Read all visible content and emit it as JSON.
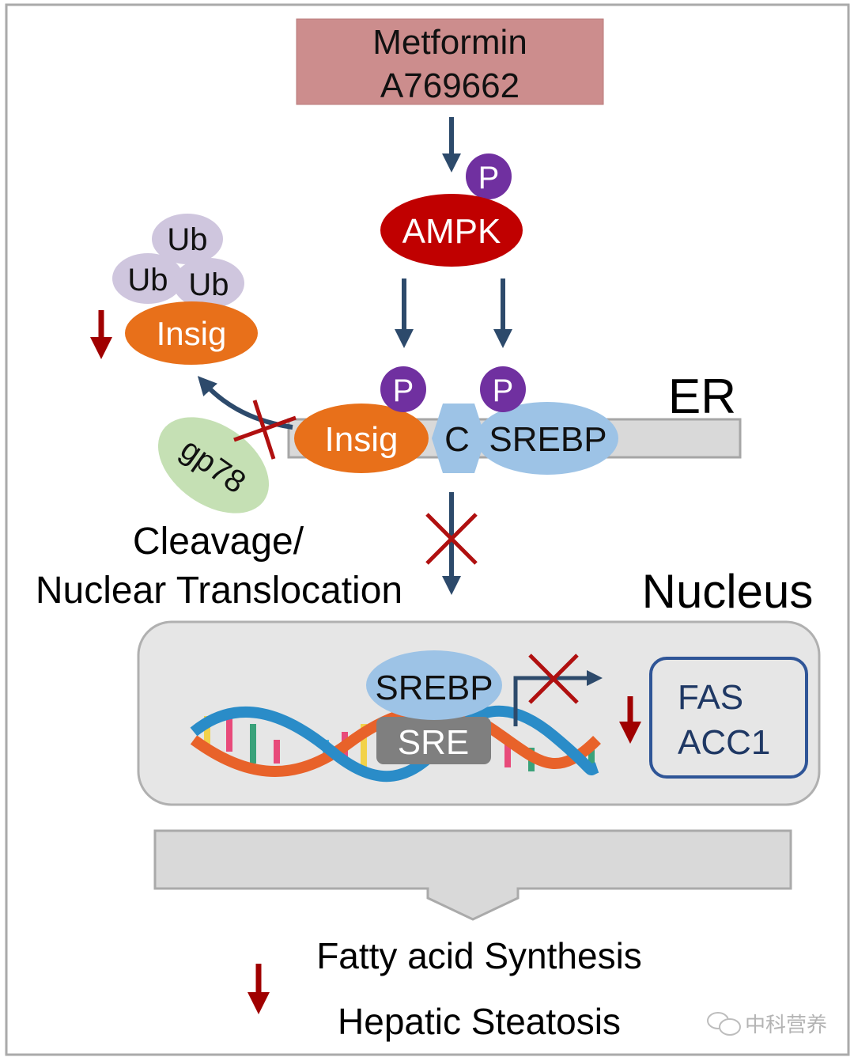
{
  "colors": {
    "navy_arrow": "#2d4a6b",
    "inhibit_red": "#b01010",
    "decrease_red": "#a00000",
    "drug_box": "#cc8d8d",
    "ampk": "#c00000",
    "phospho": "#7030a0",
    "insig": "#e8701a",
    "srebp": "#9dc3e6",
    "ubiquitin": "#cfc6de",
    "gp78": "#c5e0b4",
    "sre": "#7f7f7f",
    "gene_box": "#2f5597"
  },
  "drugs": {
    "line1": "Metformin",
    "line2": "A769662"
  },
  "ampk": {
    "label": "AMPK",
    "phospho": "P"
  },
  "ubiquitin": [
    "Ub",
    "Ub",
    "Ub"
  ],
  "insig_degraded": {
    "label": "Insig"
  },
  "er": {
    "label": "ER",
    "insig": "Insig",
    "scap": "C",
    "srebp": "SREBP",
    "phospho_insig": "P",
    "phospho_srebp": "P"
  },
  "gp78": {
    "label": "gp78"
  },
  "translocation": {
    "line1": "Cleavage/",
    "line2": "Nuclear Translocation"
  },
  "nucleus": {
    "label": "Nucleus",
    "srebp": "SREBP",
    "sre": "SRE",
    "genes": [
      "FAS",
      "ACC1"
    ]
  },
  "outcomes": [
    "Fatty acid Synthesis",
    "Hepatic Steatosis"
  ],
  "watermark": "中科营养"
}
